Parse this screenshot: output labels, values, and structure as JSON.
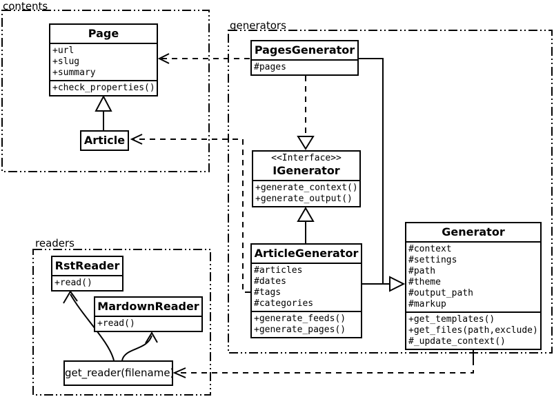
{
  "packages": {
    "contents": {
      "label": "contents"
    },
    "generators": {
      "label": "generators"
    },
    "readers": {
      "label": "readers"
    }
  },
  "classes": {
    "page": {
      "title": "Page",
      "attributes": [
        "+url",
        "+slug",
        "+summary"
      ],
      "methods": [
        "+check_properties()"
      ]
    },
    "article": {
      "title": "Article"
    },
    "pages_generator": {
      "title": "PagesGenerator",
      "attributes": [
        "#pages"
      ]
    },
    "igenerator": {
      "stereotype": "<<Interface>>",
      "title": "IGenerator",
      "methods": [
        "+generate_context()",
        "+generate_output()"
      ]
    },
    "article_generator": {
      "title": "ArticleGenerator",
      "attributes": [
        "#articles",
        "#dates",
        "#tags",
        "#categories"
      ],
      "methods": [
        "+generate_feeds()",
        "+generate_pages()"
      ]
    },
    "generator": {
      "title": "Generator",
      "attributes": [
        "#context",
        "#settings",
        "#path",
        "#theme",
        "#output_path",
        "#markup"
      ],
      "methods": [
        "+get_templates()",
        "+get_files(path,exclude)",
        "#_update_context()"
      ]
    },
    "rst_reader": {
      "title": "RstReader",
      "methods": [
        "+read()"
      ]
    },
    "mardown_reader": {
      "title": "MardownReader",
      "methods": [
        "+read()"
      ]
    },
    "get_reader": {
      "label": "get_reader(filename)"
    }
  },
  "colors": {
    "line": "#000000",
    "background": "#ffffff",
    "box_fill": "#ffffff"
  }
}
